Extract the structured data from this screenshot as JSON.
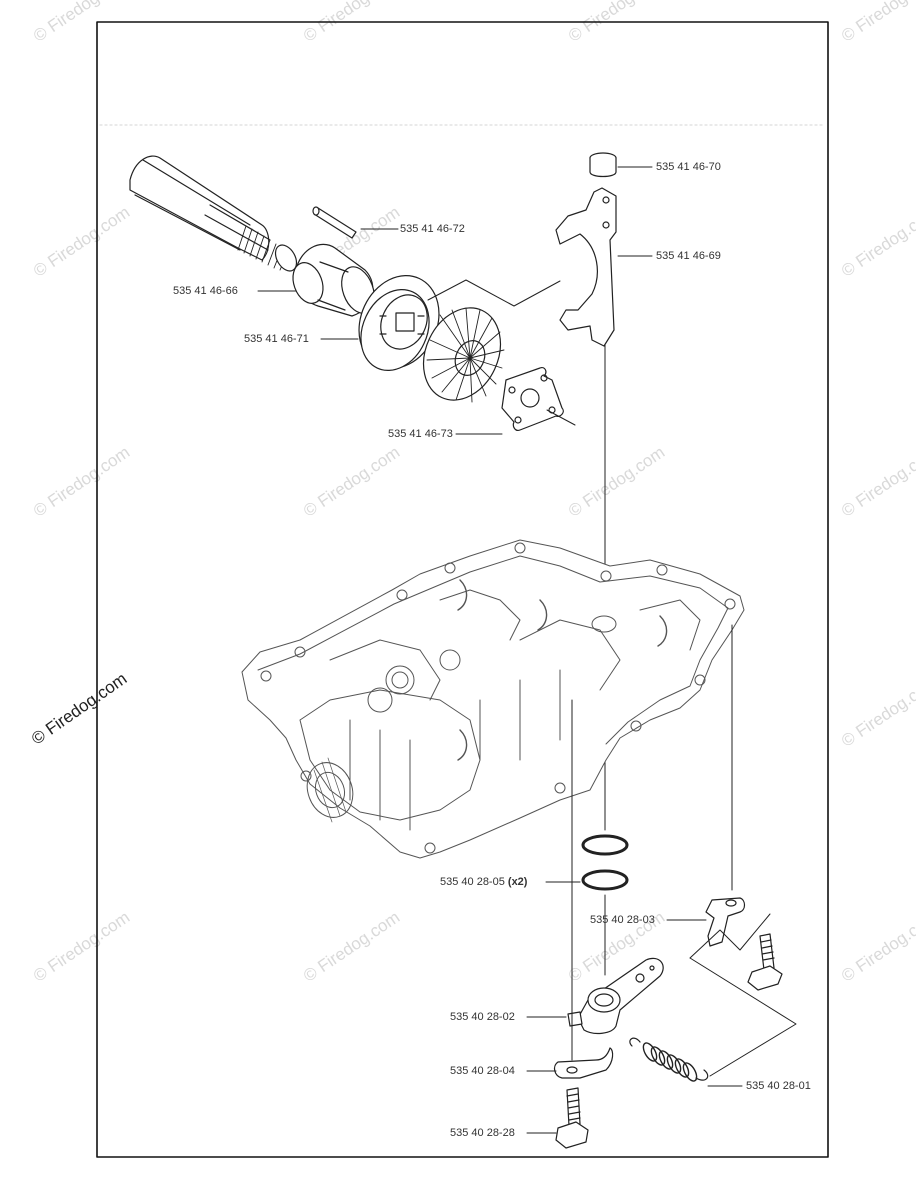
{
  "watermark_text": "© Firedog.com",
  "brand_text": "© Firedog.com",
  "labels": {
    "p70": "535 41 46-70",
    "p72": "535 41 46-72",
    "p69": "535 41 46-69",
    "p66": "535 41 46-66",
    "p71": "535 41 46-71",
    "p73": "535 41 46-73",
    "p05": "535 40 28-05",
    "p05_qty": "(x2)",
    "p03": "535 40 28-03",
    "p02": "535 40 28-02",
    "p04": "535 40 28-04",
    "p01": "535 40 28-01",
    "p28": "535 40 28-28"
  }
}
